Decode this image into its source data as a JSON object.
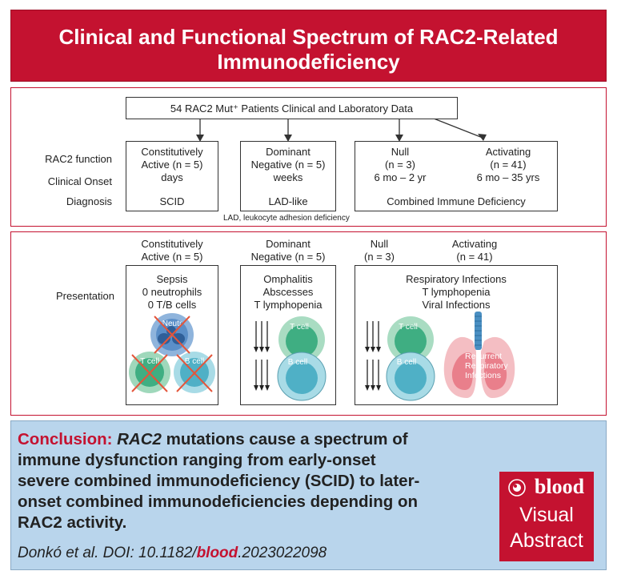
{
  "title": "Clinical and Functional Spectrum of RAC2-Related Immunodeficiency",
  "panel1": {
    "top_box": "54 RAC2 Mut⁺ Patients Clinical and Laboratory Data",
    "row_labels": [
      "RAC2 function",
      "Clinical Onset",
      "Diagnosis"
    ],
    "groups": [
      {
        "name_line1": "Constitutively",
        "name_line2": "Active (n = 5)",
        "onset": "days",
        "diagnosis": "SCID"
      },
      {
        "name_line1": "Dominant",
        "name_line2": "Negative (n = 5)",
        "onset": "weeks",
        "diagnosis": "LAD-like"
      },
      {
        "name_line1": "Null",
        "name_line2": "(n = 3)",
        "onset": "6 mo – 2 yr"
      },
      {
        "name_line1": "Activating",
        "name_line2": "(n = 41)",
        "onset": "6 mo – 35 yrs"
      }
    ],
    "combined_diagnosis": "Combined Immune Deficiency",
    "footnote": "LAD, leukocyte adhesion deficiency"
  },
  "panel2": {
    "row_label": "Presentation",
    "headers": [
      {
        "line1": "Constitutively",
        "line2": "Active (n = 5)"
      },
      {
        "line1": "Dominant",
        "line2": "Negative (n = 5)"
      },
      {
        "line1": "Null",
        "line2": "(n = 3)"
      },
      {
        "line1": "Activating",
        "line2": "(n = 41)"
      }
    ],
    "box1": {
      "lines": [
        "Sepsis",
        "0 neutrophils",
        "0 T/B cells"
      ],
      "cells": [
        "Neutr",
        "T cell",
        "B cell"
      ]
    },
    "box2": {
      "lines": [
        "Omphalitis",
        "Abscesses",
        "T lymphopenia"
      ],
      "cells": [
        "T cell",
        "B cell"
      ]
    },
    "box3": {
      "lines": [
        "Respiratory Infections",
        "T lymphopenia",
        "Viral Infections"
      ],
      "cells": [
        "T cell",
        "B cell"
      ],
      "lung_label": [
        "Recurrent",
        "Respiratory",
        "Infections"
      ]
    }
  },
  "conclusion": {
    "label": "Conclusion:",
    "gene": "RAC2",
    "text_l1_rest": " mutations cause a spectrum of",
    "text_l2": "immune dysfunction ranging from early-onset",
    "text_l3": "severe combined immunodeficiency (SCID) to later-",
    "text_l4": "onset combined immunodeficiencies depending on",
    "text_l5": "RAC2 activity.",
    "citation_pre": "Donkó et al. DOI: 10.1182/",
    "citation_bold": "blood",
    "citation_post": ".2023022098"
  },
  "badge": {
    "logo": "blood",
    "line1": "Visual",
    "line2": "Abstract"
  },
  "colors": {
    "brand_red": "#c41230",
    "conclusion_bg": "#b9d5ec",
    "t_cell": "#3fae82",
    "b_cell": "#4fb0c6",
    "neutrophil": "#3f78b5"
  }
}
